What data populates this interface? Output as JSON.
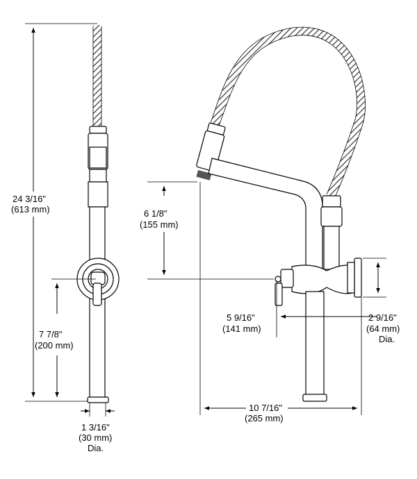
{
  "dimensions": {
    "overall_height": {
      "imperial": "24 3/16\"",
      "metric": "(613 mm)"
    },
    "handle_height": {
      "imperial": "7 7/8\"",
      "metric": "(200 mm)"
    },
    "base_diameter": {
      "imperial": "1 3/16\"",
      "metric": "(30 mm)",
      "note": "Dia."
    },
    "spout_clearance": {
      "imperial": "6 1/8\"",
      "metric": "(155 mm)"
    },
    "handle_reach": {
      "imperial": "5 9/16\"",
      "metric": "(141 mm)"
    },
    "spout_reach": {
      "imperial": "10 7/16\"",
      "metric": "(265 mm)"
    },
    "escutcheon_diameter": {
      "imperial": "2 9/16\"",
      "metric": "(64 mm)",
      "note": "Dia."
    }
  }
}
